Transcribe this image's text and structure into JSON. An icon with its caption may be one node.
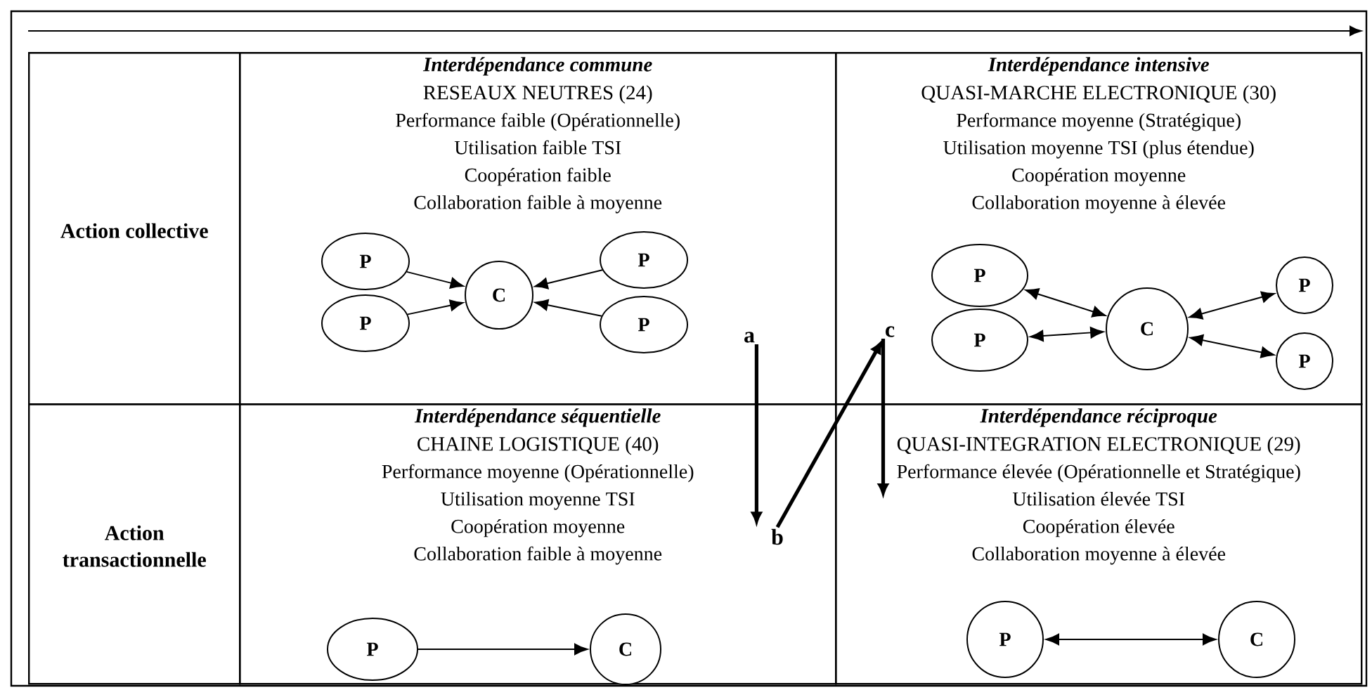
{
  "diagram": {
    "nodes": [
      {
        "text": [
          "Action collective"
        ]
      },
      {
        "text": [
          "Interdépendance commune",
          "RESEAUX NEUTRES (24)",
          "Performance faible (Opérationnelle)",
          "Utilisation faible TSI",
          "Coopération faible",
          "Collaboration faible à moyenne"
        ]
      },
      {
        "text": [
          "P"
        ],
        "in": 1
      },
      {
        "text": [
          "P"
        ],
        "in": 1
      },
      {
        "text": [
          "C"
        ],
        "in": 1
      },
      {
        "text": [
          "P"
        ],
        "in": 1
      },
      {
        "text": [
          "P"
        ],
        "in": 1
      },
      {
        "text": [
          "Interdépendance intensive",
          "QUASI-MARCHE ELECTRONIQUE (30)",
          "Performance moyenne (Stratégique)",
          "Utilisation moyenne TSI (plus étendue)",
          "Coopération moyenne",
          "Collaboration moyenne à élevée"
        ]
      },
      {
        "text": [
          "P"
        ],
        "in": 7
      },
      {
        "text": [
          "P"
        ],
        "in": 7
      },
      {
        "text": [
          "C"
        ],
        "in": 7
      },
      {
        "text": [
          "P"
        ],
        "in": 7
      },
      {
        "text": [
          "P"
        ],
        "in": 7
      },
      {
        "text": [
          "a"
        ],
        "in": 1
      },
      {
        "text": [
          "c"
        ],
        "in": 7
      },
      {
        "text": [
          "Action transactionnelle"
        ]
      },
      {
        "text": [
          "Interdépendance séquentielle",
          "CHAINE LOGISTIQUE (40)",
          "Performance moyenne (Opérationnelle)",
          "Utilisation moyenne TSI",
          "Coopération moyenne",
          "Collaboration faible à moyenne"
        ]
      },
      {
        "text": [
          "P"
        ],
        "in": 16
      },
      {
        "text": [
          "C"
        ],
        "in": 16
      },
      {
        "text": [
          "b"
        ],
        "in": 16
      },
      {
        "text": [
          "Interdépendance réciproque",
          "QUASI-INTEGRATION ELECTRONIQUE (29)",
          "Performance élevée (Opérationnelle et Stratégique)",
          "Utilisation élevée TSI",
          "Coopération élevée",
          "Collaboration moyenne à élevée"
        ]
      },
      {
        "text": [
          "P"
        ],
        "in": 20
      },
      {
        "text": [
          "C"
        ],
        "in": 20
      }
    ],
    "edges": [
      {
        "from": 2,
        "to": 4,
        "arrow": "to"
      },
      {
        "from": 3,
        "to": 4,
        "arrow": "to"
      },
      {
        "from": 5,
        "to": 4,
        "arrow": "to"
      },
      {
        "from": 6,
        "to": 4,
        "arrow": "to"
      },
      {
        "from": 8,
        "to": 10,
        "arrow": "both"
      },
      {
        "from": 9,
        "to": 10,
        "arrow": "both"
      },
      {
        "from": 11,
        "to": 10,
        "arrow": "both"
      },
      {
        "from": 12,
        "to": 10,
        "arrow": "both"
      },
      {
        "from": 17,
        "to": 18,
        "arrow": "to"
      },
      {
        "from": 21,
        "to": 22,
        "arrow": "both"
      },
      {
        "from": 13,
        "to": 19,
        "arrow": "to",
        "style": "thick"
      },
      {
        "from": 19,
        "to": 14,
        "arrow": "to",
        "style": "thick"
      },
      {
        "from": 14,
        "to": null,
        "arrow": "to",
        "style": "thick"
      }
    ]
  }
}
